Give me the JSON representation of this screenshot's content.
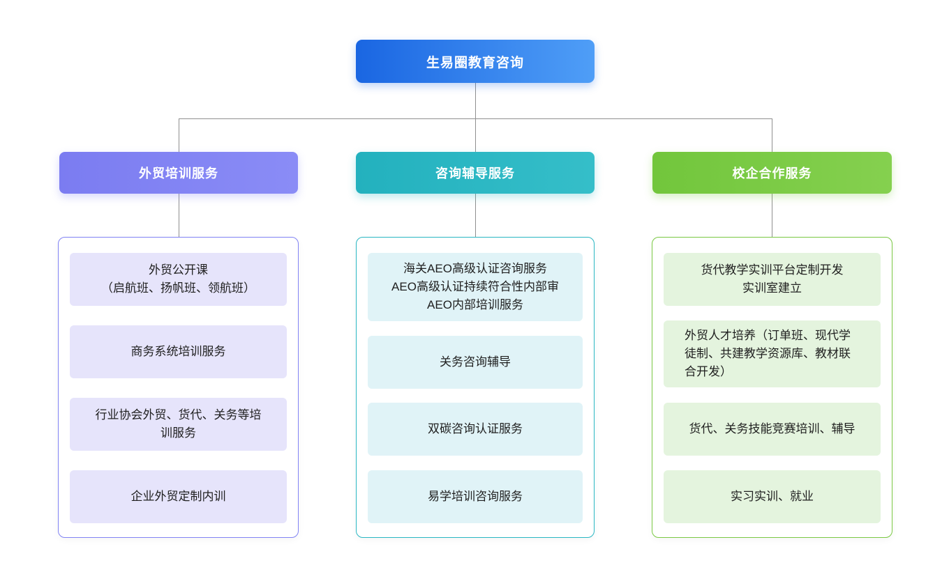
{
  "root": {
    "title": "生易圈教育咨询"
  },
  "branches": [
    {
      "label": "外贸培训服务",
      "color": "#8183f4",
      "item_bg": "#e6e4fb",
      "items": [
        {
          "lines": [
            "外贸公开课",
            "（启航班、扬帆班、领航班）"
          ]
        },
        {
          "lines": [
            "商务系统培训服务"
          ]
        },
        {
          "lines": [
            "行业协会外贸、货代、关务等培训服务"
          ]
        },
        {
          "lines": [
            "企业外贸定制内训"
          ]
        }
      ]
    },
    {
      "label": "咨询辅导服务",
      "color": "#2ab7c3",
      "item_bg": "#e0f3f7",
      "items": [
        {
          "lines": [
            "海关AEO高级认证咨询服务",
            "AEO高级认证持续符合性内部审",
            "AEO内部培训服务"
          ]
        },
        {
          "lines": [
            "关务咨询辅导"
          ]
        },
        {
          "lines": [
            "双碳咨询认证服务"
          ]
        },
        {
          "lines": [
            "易学培训咨询服务"
          ]
        }
      ]
    },
    {
      "label": "校企合作服务",
      "color": "#7ac943",
      "item_bg": "#e4f4de",
      "items": [
        {
          "lines": [
            "货代教学实训平台定制开发",
            "实训室建立"
          ]
        },
        {
          "lines": [
            "外贸人才培养（订单班、现代学徒制、共建教学资源库、教材联合开发）"
          ]
        },
        {
          "lines": [
            "货代、关务技能竞赛培训、辅导"
          ]
        },
        {
          "lines": [
            "实习实训、就业"
          ]
        }
      ]
    }
  ],
  "colors": {
    "root_gradient_start": "#1a66e2",
    "root_gradient_end": "#4f9ef7",
    "connector": "#8f8f8f"
  }
}
